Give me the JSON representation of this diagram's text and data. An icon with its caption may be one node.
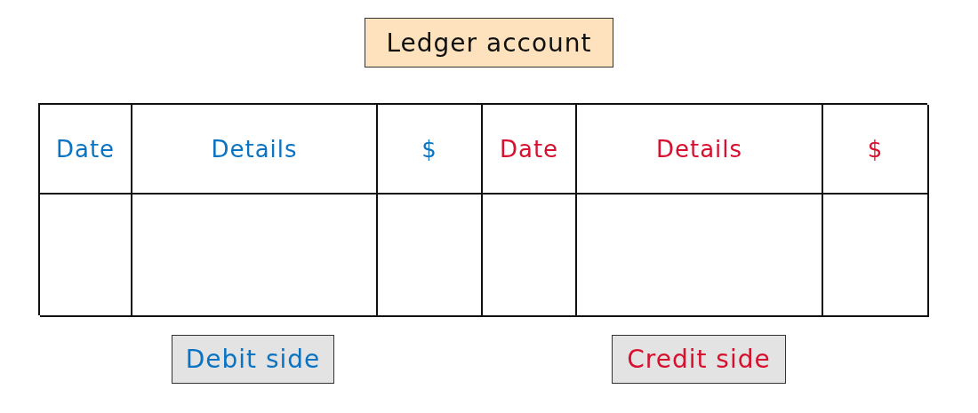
{
  "diagram": {
    "nodes": [
      {
        "text": [
          "Ledger account"
        ]
      },
      {
        "text": [
          "Debit side"
        ]
      },
      {
        "text": [
          "Credit side"
        ]
      }
    ],
    "labels": [
      "Date",
      "Details",
      "$",
      "Date",
      "Details",
      "$"
    ]
  }
}
